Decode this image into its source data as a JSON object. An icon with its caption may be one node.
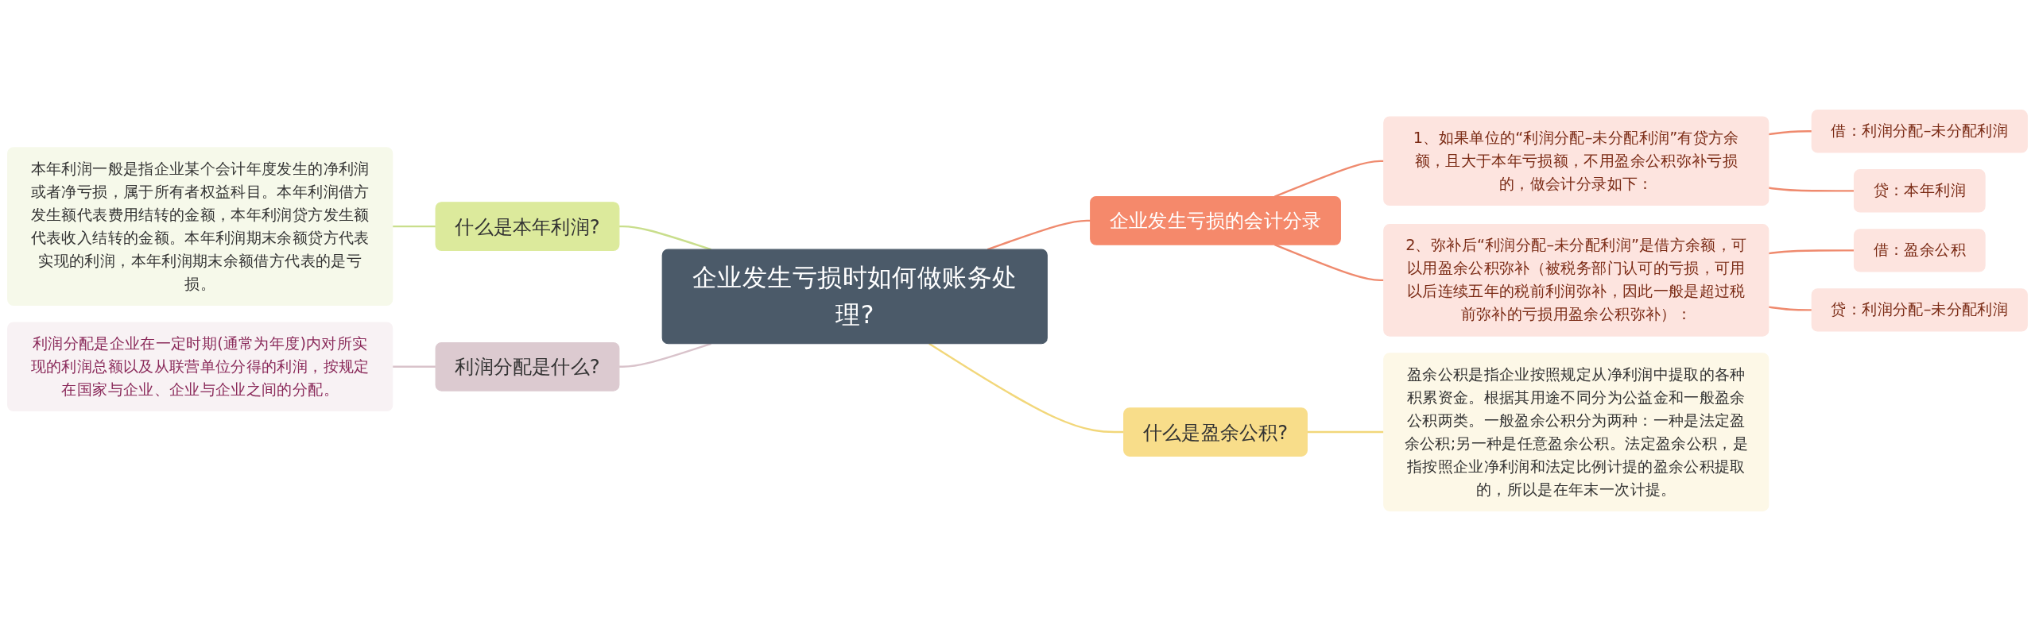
{
  "diagram": {
    "nodes": [
      {
        "text": [
          "企业发生亏损时如何做账务处理?"
        ]
      },
      {
        "text": [
          "什么是本年利润?"
        ]
      },
      {
        "text": [
          "本年利润一般是指企业某个会计年度发生的净利润或者净亏损，属于所有者权益科目。本年利润借方发生额代表费用结转的金额，本年利润贷方发生额代表收入结转的金额。本年利润期末余额贷方代表实现的利润，本年利润期末余额借方代表的是亏损。"
        ]
      },
      {
        "text": [
          "利润分配是什么?"
        ]
      },
      {
        "text": [
          "利润分配是企业在一定时期(通常为年度)内对所实现的利润总额以及从联营单位分得的利润，按规定在国家与企业、企业与企业之间的分配。"
        ]
      },
      {
        "text": [
          "企业发生亏损的会计分录"
        ]
      },
      {
        "text": [
          "1、如果单位的“利润分配–未分配利润”有贷方余额，且大于本年亏损额，不用盈余公积弥补亏损的，做会计分录如下："
        ]
      },
      {
        "text": [
          "借：利润分配–未分配利润"
        ]
      },
      {
        "text": [
          "贷：本年利润"
        ]
      },
      {
        "text": [
          "2、弥补后“利润分配–未分配利润”是借方余额，可以用盈余公积弥补（被税务部门认可的亏损，可用以后连续五年的税前利润弥补，因此一般是超过税前弥补的亏损用盈余公积弥补）："
        ]
      },
      {
        "text": [
          "借：盈余公积"
        ]
      },
      {
        "text": [
          "贷：利润分配–未分配利润"
        ]
      },
      {
        "text": [
          "什么是盈余公积?"
        ]
      },
      {
        "text": [
          "盈余公积是指企业按照规定从净利润中提取的各种积累资金。根据其用途不同分为公益金和一般盈余公积两类。一般盈余公积分为两种：一种是法定盈余公积;另一种是任意盈余公积。法定盈余公积，是指按照企业净利润和法定比例计提的盈余公积提取的，所以是在年末一次计提。"
        ]
      }
    ],
    "edges": [
      {
        "from": 0,
        "to": 1,
        "arrow": "none",
        "color": "#c9de8c"
      },
      {
        "from": 1,
        "to": 2,
        "arrow": "none",
        "color": "#c9de8c"
      },
      {
        "from": 0,
        "to": 3,
        "arrow": "none",
        "color": "#d9c3cb"
      },
      {
        "from": 3,
        "to": 4,
        "arrow": "none",
        "color": "#d9c3cb"
      },
      {
        "from": 0,
        "to": 5,
        "arrow": "none"
      },
      {
        "from": 5,
        "to": 6,
        "arrow": "none"
      },
      {
        "from": 6,
        "to": 7,
        "arrow": "none"
      },
      {
        "from": 6,
        "to": 8,
        "arrow": "none"
      },
      {
        "from": 5,
        "to": 9,
        "arrow": "none"
      },
      {
        "from": 9,
        "to": 10,
        "arrow": "none"
      },
      {
        "from": 9,
        "to": 11,
        "arrow": "none"
      },
      {
        "from": 0,
        "to": 12,
        "arrow": "none",
        "color": "#f2d77a"
      },
      {
        "from": 12,
        "to": 13,
        "arrow": "none",
        "color": "#f2d77a"
      }
    ]
  }
}
